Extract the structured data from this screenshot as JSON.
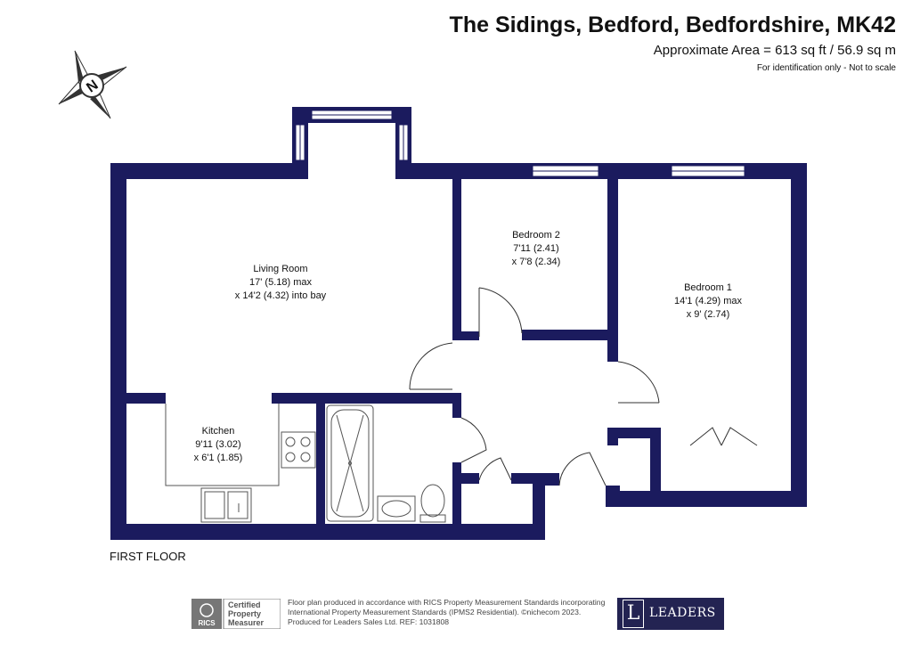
{
  "header": {
    "title": "The Sidings, Bedford, Bedfordshire, MK42",
    "area": "Approximate Area = 613 sq ft / 56.9 sq m",
    "note": "For identification only - Not to scale"
  },
  "compass": {
    "letter": "N",
    "icon": "compass-rose-icon"
  },
  "rooms": {
    "living": {
      "name": "Living Room",
      "dim1": "17' (5.18) max",
      "dim2": "x 14'2 (4.32) into bay"
    },
    "bedroom2": {
      "name": "Bedroom 2",
      "dim1": "7'11 (2.41)",
      "dim2": "x 7'8 (2.34)"
    },
    "bedroom1": {
      "name": "Bedroom 1",
      "dim1": "14'1 (4.29) max",
      "dim2": "x 9' (2.74)"
    },
    "kitchen": {
      "name": "Kitchen",
      "dim1": "9'11 (3.02)",
      "dim2": "x 6'1 (1.85)"
    }
  },
  "floor_label": "FIRST FLOOR",
  "footer": {
    "rics": {
      "line1": "Certified",
      "line2": "Property",
      "line3": "Measurer",
      "badge": "RICS"
    },
    "lines": [
      "Floor plan produced in accordance with RICS Property Measurement Standards incorporating",
      "International Property Measurement Standards (IPMS2 Residential).  ©nichecom 2023.",
      "Produced for Leaders Sales Ltd.   REF:  1031808"
    ],
    "brand": {
      "initial": "L",
      "name": "LEADERS"
    }
  },
  "colors": {
    "wall": "#1b1b5e",
    "window": "#ffffff",
    "fixture": "#666666"
  }
}
